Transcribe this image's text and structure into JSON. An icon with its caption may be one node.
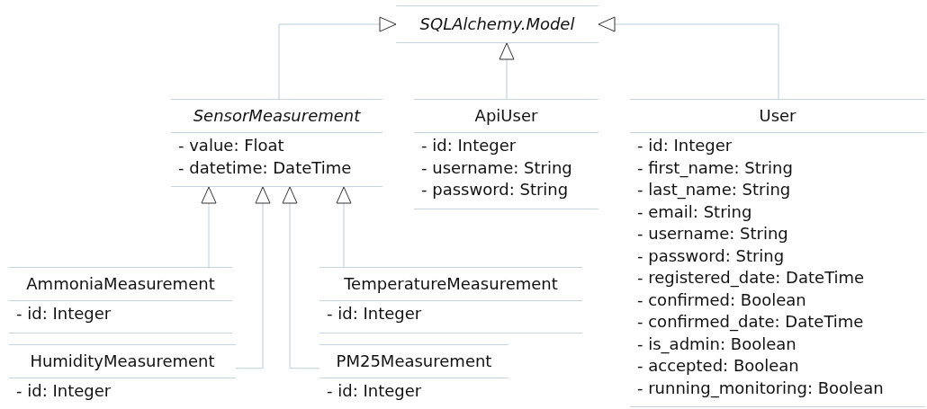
{
  "diagram": {
    "nodes": [
      {
        "text": [
          "SQLAlchemy.Model"
        ]
      },
      {
        "text": [
          "SensorMeasurement",
          "- value: Float",
          "- datetime: DateTime"
        ]
      },
      {
        "text": [
          "ApiUser",
          "- id: Integer",
          "- username: String",
          "- password: String"
        ]
      },
      {
        "text": [
          "User",
          "- id: Integer",
          "- first_name: String",
          "- last_name: String",
          "- email: String",
          "- username: String",
          "- password: String",
          "- registered_date: DateTime",
          "- confirmed: Boolean",
          "- confirmed_date: DateTime",
          "- is_admin: Boolean",
          "- accepted: Boolean",
          "- running_monitoring: Boolean"
        ]
      },
      {
        "text": [
          "AmmoniaMeasurement",
          "- id: Integer"
        ]
      },
      {
        "text": [
          "TemperatureMeasurement",
          "- id: Integer"
        ]
      },
      {
        "text": [
          "HumidityMeasurement",
          "- id: Integer"
        ]
      },
      {
        "text": [
          "PM25Measurement",
          "- id: Integer"
        ]
      }
    ],
    "edges": [
      {
        "from": 1,
        "to": 0,
        "arrow": "to"
      },
      {
        "from": 3,
        "to": 0,
        "arrow": "to"
      },
      {
        "from": 2,
        "to": 0,
        "arrow": "to"
      },
      {
        "from": 4,
        "to": 1,
        "arrow": "to"
      },
      {
        "from": 6,
        "to": 1,
        "arrow": "to"
      },
      {
        "from": 7,
        "to": 1,
        "arrow": "to"
      },
      {
        "from": 5,
        "to": 1,
        "arrow": "to"
      }
    ]
  }
}
